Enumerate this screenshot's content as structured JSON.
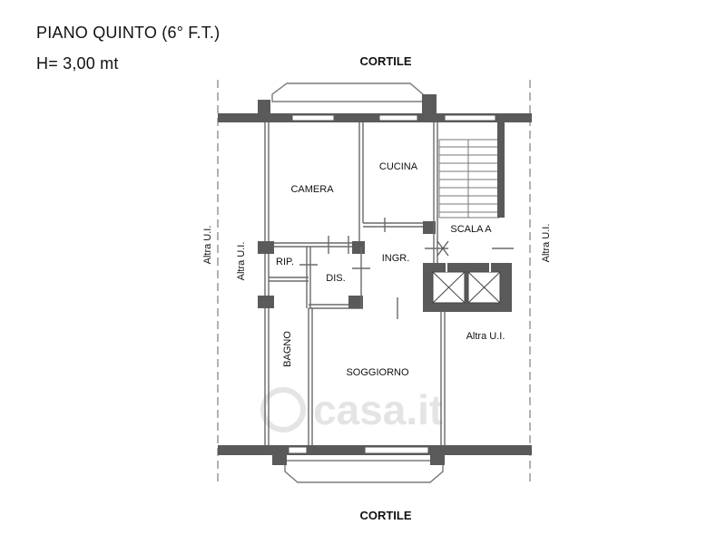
{
  "header": {
    "title": "PIANO QUINTO (6° F.T.)",
    "height": "H= 3,00 mt"
  },
  "courtyard": {
    "top": "CORTILE",
    "bottom": "CORTILE"
  },
  "rooms": {
    "camera": "CAMERA",
    "cucina": "CUCINA",
    "scala": "SCALA A",
    "ingresso": "INGR.",
    "ripostiglio": "RIP.",
    "disimpegno": "DIS.",
    "bagno": "BAGNO",
    "soggiorno": "SOGGIORNO"
  },
  "neighbors": {
    "left_outer": "Altra U.I.",
    "left_inner": "Altra U.I.",
    "right_outer": "Altra U.I.",
    "right_lower": "Altra U.I."
  },
  "watermark": {
    "brand": "casa.it"
  }
}
